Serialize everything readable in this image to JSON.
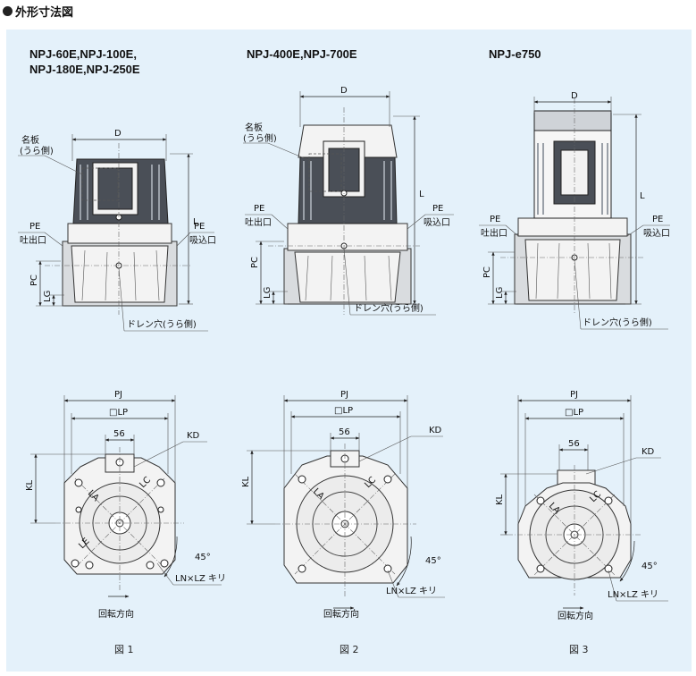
{
  "header": {
    "title": "外形寸法図"
  },
  "figures": [
    {
      "model_lines": [
        "NPJ-60E,NPJ-100E,",
        "NPJ-180E,NPJ-250E"
      ],
      "caption": "図 1"
    },
    {
      "model_lines": [
        "NPJ-400E,NPJ-700E"
      ],
      "caption": "図 2"
    },
    {
      "model_lines": [
        "NPJ-e750"
      ],
      "caption": "図 3"
    }
  ],
  "labels": {
    "D": "D",
    "L": "L",
    "PC": "PC",
    "LG": "LG",
    "PE": "PE",
    "outlet": "吐出口",
    "inlet": "吸込口",
    "nameplate_1": "名板",
    "nameplate_2": "(うら側)",
    "drain": "ドレン穴(うら側)",
    "PJ": "PJ",
    "LP": "□LP",
    "dim_56": "56",
    "KD": "KD",
    "KL": "KL",
    "LA": "LA",
    "LC": "LC",
    "LE": "LE",
    "angle": "45°",
    "holes": "LN×LZ キリ",
    "rotation": "回転方向"
  }
}
